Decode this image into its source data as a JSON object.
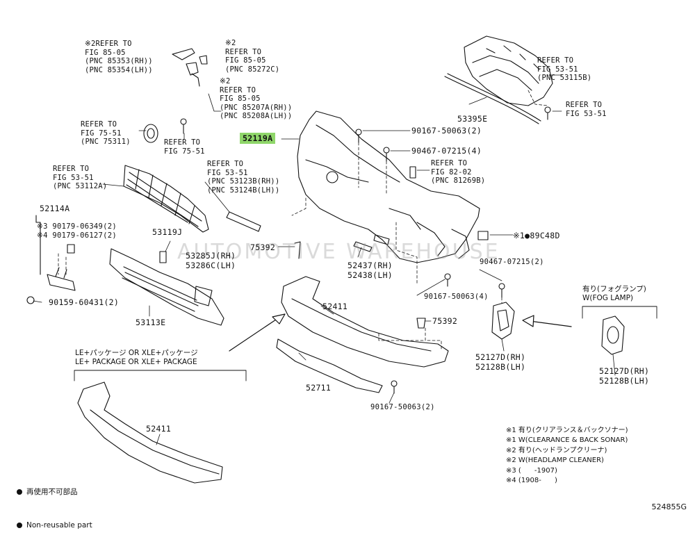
{
  "watermark": "AUTOMOTIVE WAREHOUSE",
  "drawing_code": "524855G",
  "refs": [
    {
      "id": "ref-85-05-a",
      "lines": [
        "※2REFER TO",
        "FIG 85-05",
        "(PNC 85353(RH))",
        "(PNC 85354(LH))"
      ]
    },
    {
      "id": "ref-85-05-b",
      "lines": [
        "※2",
        "REFER TO",
        "FIG 85-05",
        "(PNC 85272C)"
      ]
    },
    {
      "id": "ref-85-05-c",
      "lines": [
        "※2",
        "REFER TO",
        "FIG 85-05",
        "(PNC 85207A(RH))",
        "(PNC 85208A(LH))"
      ]
    },
    {
      "id": "ref-75-51-a",
      "lines": [
        "REFER TO",
        "FIG 75-51",
        "(PNC 75311)"
      ]
    },
    {
      "id": "ref-75-51-b",
      "lines": [
        "REFER TO",
        "FIG 75-51"
      ]
    },
    {
      "id": "ref-53-51-a",
      "lines": [
        "REFER TO",
        "FIG 53-51",
        "(PNC 53112A)"
      ]
    },
    {
      "id": "ref-53-51-b",
      "lines": [
        "REFER TO",
        "FIG 53-51",
        "(PNC 53123B(RH))",
        "(PNC 53124B(LH))"
      ]
    },
    {
      "id": "ref-53-51-c",
      "lines": [
        "REFER TO",
        "FIG 53-51",
        "(PNC 53115B)"
      ]
    },
    {
      "id": "ref-53-51-d",
      "lines": [
        "REFER TO",
        "FIG 53-51"
      ]
    },
    {
      "id": "ref-82-02",
      "lines": [
        "REFER TO",
        "FIG 82-02",
        "(PNC 81269B)"
      ]
    }
  ],
  "parts": [
    {
      "id": "p52119A",
      "lines": [
        "52119A"
      ],
      "highlight": true
    },
    {
      "id": "p90167-a",
      "lines": [
        "90167-50063(2)"
      ]
    },
    {
      "id": "p90467-a",
      "lines": [
        "90467-07215(4)"
      ]
    },
    {
      "id": "p53395E",
      "lines": [
        "53395E"
      ]
    },
    {
      "id": "p52114A",
      "lines": [
        "52114A"
      ]
    },
    {
      "id": "p90179",
      "lines": [
        "※3 90179-06349(2)",
        "※4 90179-06127(2)"
      ]
    },
    {
      "id": "p90159",
      "lines": [
        "90159-60431(2)"
      ]
    },
    {
      "id": "p53119J",
      "lines": [
        "53119J"
      ]
    },
    {
      "id": "p53285J",
      "lines": [
        "53285J(RH)",
        "53286C(LH)"
      ]
    },
    {
      "id": "p53113E",
      "lines": [
        "53113E"
      ]
    },
    {
      "id": "p75392-a",
      "lines": [
        "75392"
      ]
    },
    {
      "id": "p52437",
      "lines": [
        "52437(RH)",
        "52438(LH)"
      ]
    },
    {
      "id": "p89C48D",
      "lines": [
        "※1●89C48D"
      ]
    },
    {
      "id": "p90467-b",
      "lines": [
        "90467-07215(2)"
      ]
    },
    {
      "id": "p90167-b",
      "lines": [
        "90167-50063(4)"
      ]
    },
    {
      "id": "p52411-a",
      "lines": [
        "52411"
      ]
    },
    {
      "id": "p75392-b",
      "lines": [
        "75392"
      ]
    },
    {
      "id": "p52127D-a",
      "lines": [
        "52127D(RH)",
        "52128B(LH)"
      ]
    },
    {
      "id": "p52127D-b",
      "lines": [
        "52127D(RH)",
        "52128B(LH)"
      ]
    },
    {
      "id": "p52711",
      "lines": [
        "52711"
      ]
    },
    {
      "id": "p90167-c",
      "lines": [
        "90167-50063(2)"
      ]
    },
    {
      "id": "p52411-b",
      "lines": [
        "52411"
      ]
    }
  ],
  "fog_lamp": [
    "有り(フォグランプ)",
    "W(FOG LAMP)"
  ],
  "package": [
    "LE+パッケージ OR XLE+パッケージ",
    "LE+ PACKAGE OR XLE+ PACKAGE"
  ],
  "legend": [
    "再使用不可部品",
    "Non-reusable part"
  ],
  "notes": [
    "※1 有り(クリアランス＆バックソナー)",
    "※1 W(CLEARANCE & BACK SONAR)",
    "※2 有り(ヘッドランプクリーナ)",
    "※2 W(HEADLAMP CLEANER)",
    "※3 (      -1907)",
    "※4 (1908-      )"
  ]
}
